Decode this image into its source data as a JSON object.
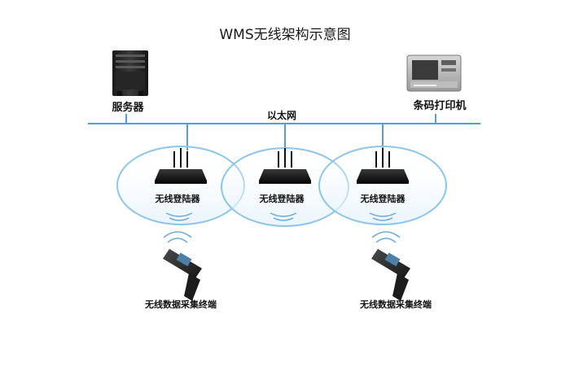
{
  "title": "WMS无线架构示意图",
  "network": {
    "ethernet_label": "以太网"
  },
  "nodes": {
    "server": {
      "label": "服务器"
    },
    "printer": {
      "label": "条码打印机"
    },
    "access_points": [
      {
        "label": "无线登陆器"
      },
      {
        "label": "无线登陆器"
      },
      {
        "label": "无线登陆器"
      }
    ],
    "terminals": [
      {
        "label": "无线数据采集终端"
      },
      {
        "label": "无线数据采集终端"
      }
    ]
  },
  "icons": {
    "server": "server-icon",
    "printer": "printer-icon",
    "access_point": "wireless-access-point-icon",
    "terminal": "handheld-scanner-icon",
    "signal": "wireless-signal-icon"
  },
  "colors": {
    "network_line": "#5b9bd5",
    "coverage_ring": "#8ec5e8",
    "device_dark": "#222222",
    "label_text": "#111111"
  }
}
